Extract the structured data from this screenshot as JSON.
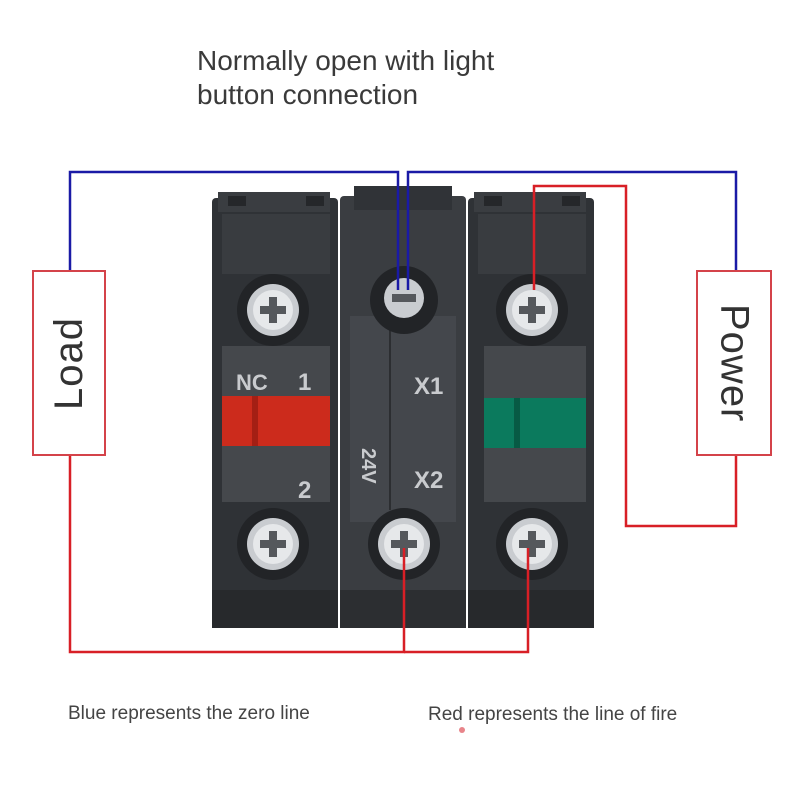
{
  "title": {
    "line1": "Normally open with light",
    "line2": "button connection"
  },
  "boxes": {
    "load": "Load",
    "power": "Power"
  },
  "module_labels": {
    "nc": "NC",
    "terminal_1": "1",
    "terminal_2": "2",
    "x1": "X1",
    "x2": "X2",
    "voltage": "24V"
  },
  "captions": {
    "blue": "Blue represents the zero line",
    "red": "Red represents the line of fire"
  },
  "colors": {
    "zero_line": "#1a1aa6",
    "fire_line": "#d81f26",
    "nc_contact": "#d22b1a",
    "no_contact": "#0a7a5c",
    "housing": "#3b3e42"
  }
}
